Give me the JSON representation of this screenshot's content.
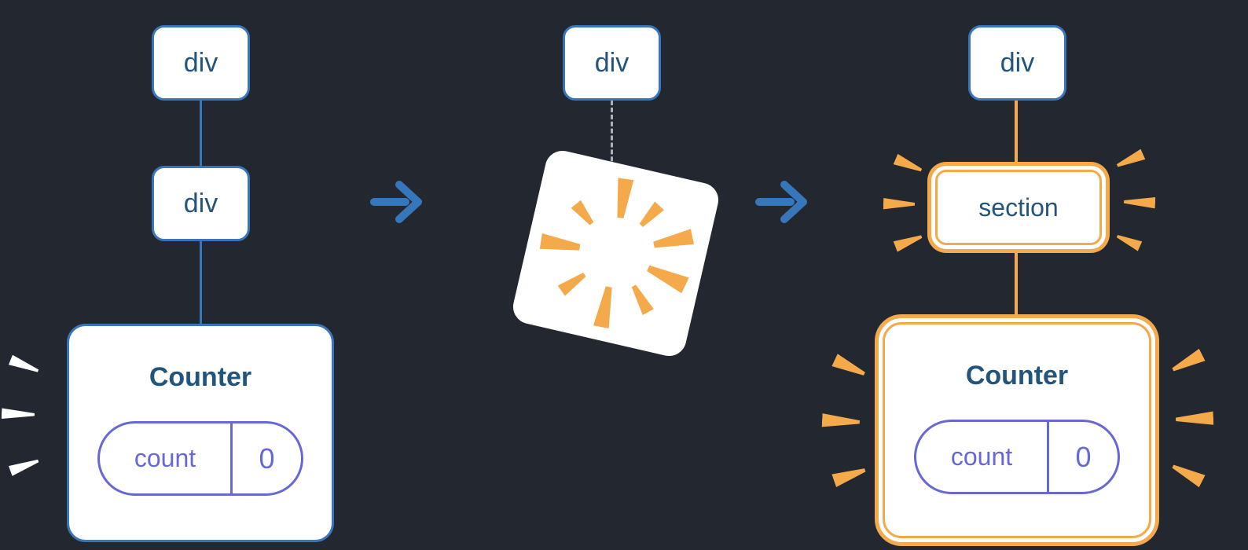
{
  "colors": {
    "background": "#23272f",
    "blue_border": "#3776bb",
    "text_blue": "#23547c",
    "orange_highlight": "#f4aa4a",
    "purple_state": "#6767d6",
    "box_fill": "#ffffff",
    "dashed_gray": "#a9b2bd"
  },
  "before": {
    "parent_node": "div",
    "child_node": "div",
    "counter": {
      "title": "Counter",
      "state_key": "count",
      "state_value": "0"
    }
  },
  "during": {
    "parent_node": "div"
  },
  "after": {
    "parent_node": "div",
    "section_node": "section",
    "counter": {
      "title": "Counter",
      "state_key": "count",
      "state_value": "0"
    }
  }
}
